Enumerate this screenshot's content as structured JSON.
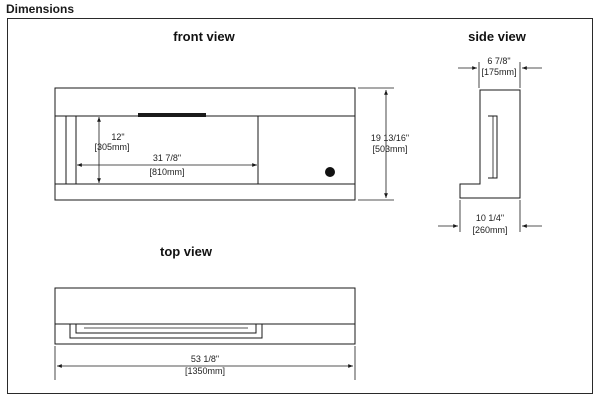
{
  "header": {
    "title": "Dimensions"
  },
  "views": {
    "front": {
      "title": "front view"
    },
    "side": {
      "title": "side view"
    },
    "top": {
      "title": "top view"
    }
  },
  "dimensions": {
    "front_height_inner": {
      "imperial": "12\"",
      "metric": "[305mm]"
    },
    "front_width_inner": {
      "imperial": "31 7/8\"",
      "metric": "[810mm]"
    },
    "front_height_total": {
      "imperial": "19 13/16\"",
      "metric": "[503mm]"
    },
    "side_depth_top": {
      "imperial": "6 7/8\"",
      "metric": "[175mm]"
    },
    "side_depth_bottom": {
      "imperial": "10 1/4\"",
      "metric": "[260mm]"
    },
    "top_width": {
      "imperial": "53 1/8\"",
      "metric": "[1350mm]"
    }
  }
}
